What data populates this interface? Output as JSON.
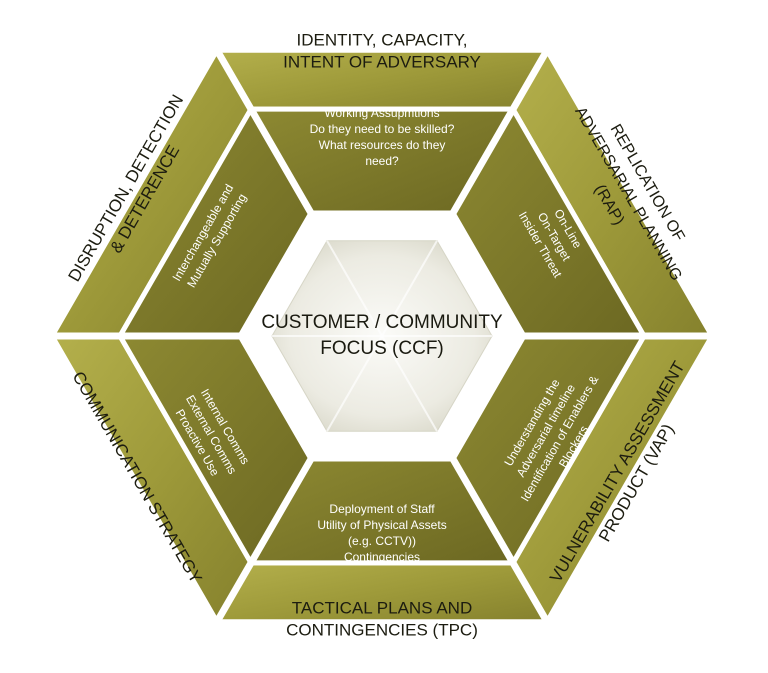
{
  "colors": {
    "outer": "#9e9a3a",
    "outer_light": "#b8b454",
    "outer_dark": "#7a7628",
    "inner": "#8a8631",
    "inner_dark": "#6e6a22",
    "gap": "#ffffff",
    "center": "#e8e7df",
    "center_light": "#f6f6f2",
    "text_dark": "#1a1a10",
    "text_light": "#ffffff"
  },
  "center": {
    "line1": "CUSTOMER / COMMUNITY",
    "line2": "FOCUS (CCF)"
  },
  "segments": [
    {
      "id": "top",
      "title": [
        "IDENTITY, CAPACITY,",
        "INTENT OF ADVERSARY"
      ],
      "details": [
        "Working Assupmtions",
        "Do they need to be skilled?",
        "What resources do they",
        "need?"
      ]
    },
    {
      "id": "upper-right",
      "title": [
        "REPLICATION OF",
        "ADVERSARIAL PLANNING",
        "(RAP)"
      ],
      "details": [
        "On-Line",
        "On-Target",
        "Insider Threat"
      ]
    },
    {
      "id": "lower-right",
      "title": [
        "VULNERABILITY ASSESSMENT",
        "PRODUCT (VAP)"
      ],
      "details": [
        "Understanding the",
        "Adversarial timeline",
        "Identification of Enablers &",
        "Blockers"
      ]
    },
    {
      "id": "bottom",
      "title": [
        "TACTICAL PLANS AND",
        "CONTINGENCIES (TPC)"
      ],
      "details": [
        "Deployment of Staff",
        "Utility of Physical Assets",
        "(e.g. CCTV))",
        "Contingencies"
      ]
    },
    {
      "id": "lower-left",
      "title": [
        "COMMUNICATION STRATEGY"
      ],
      "details": [
        "Internal Comms",
        "External Comms",
        "Proactive Use"
      ]
    },
    {
      "id": "upper-left",
      "title": [
        "DISRUPTION, DETECTION",
        "& DETERENCE"
      ],
      "details": [
        "Interchangeable and",
        "Mutually Supporting"
      ]
    }
  ]
}
